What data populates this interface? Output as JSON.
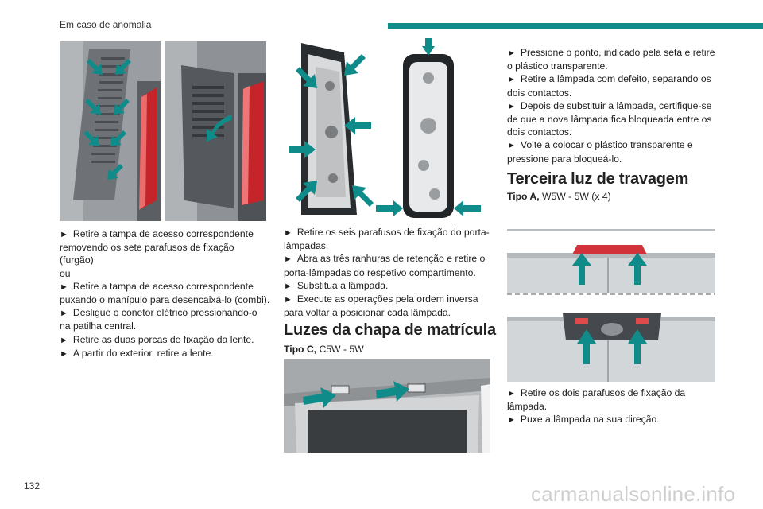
{
  "header": {
    "section": "Em caso de anomalia",
    "accent_color": "#0e8c8c"
  },
  "page_number": "132",
  "watermark": "carmanualsonline.info",
  "col1": {
    "steps": [
      {
        "text": "Retire a tampa de acesso correspondente removendo os sete parafusos de fixação (furgão)"
      },
      {
        "text": "ou",
        "plain": true
      },
      {
        "text": "Retire a tampa de acesso correspondente puxando o manípulo para desencaixá-lo (combi)."
      },
      {
        "text": "Desligue o conetor elétrico pressionando-o na patilha central."
      },
      {
        "text": "Retire as duas porcas de fixação da lente."
      },
      {
        "text": "A partir do exterior, retire a lente."
      }
    ]
  },
  "col2": {
    "steps": [
      "Retire os seis parafusos de fixação do porta-lâmpadas.",
      "Abra as três ranhuras de retenção e retire o porta-lâmpadas do respetivo compartimento.",
      "Substitua a lâmpada.",
      "Execute as operações pela ordem inversa para voltar a posicionar cada lâmpada."
    ],
    "section_title": "Luzes da chapa de matrícula",
    "type_label": "Tipo C,",
    "type_value": "C5W - 5W"
  },
  "col3": {
    "steps": [
      "Pressione o ponto, indicado pela seta e retire o plástico transparente.",
      "Retire a lâmpada com defeito, separando os dois contactos.",
      "Depois de substituir a lâmpada, certifique-se de que a nova lâmpada fica bloqueada entre os dois contactos.",
      "Volte a colocar o plástico transparente e pressione para bloqueá-lo."
    ],
    "section_title": "Terceira luz de travagem",
    "type_label": "Tipo A,",
    "type_value": "W5W - 5W (x 4)",
    "steps2": [
      "Retire os dois parafusos de fixação da lâmpada.",
      "Puxe a lâmpada na sua direção."
    ]
  },
  "bullet_glyph": "►",
  "icons": {
    "arrow": "teal-arrow-icon",
    "lamp": "tail-lamp-icon"
  }
}
